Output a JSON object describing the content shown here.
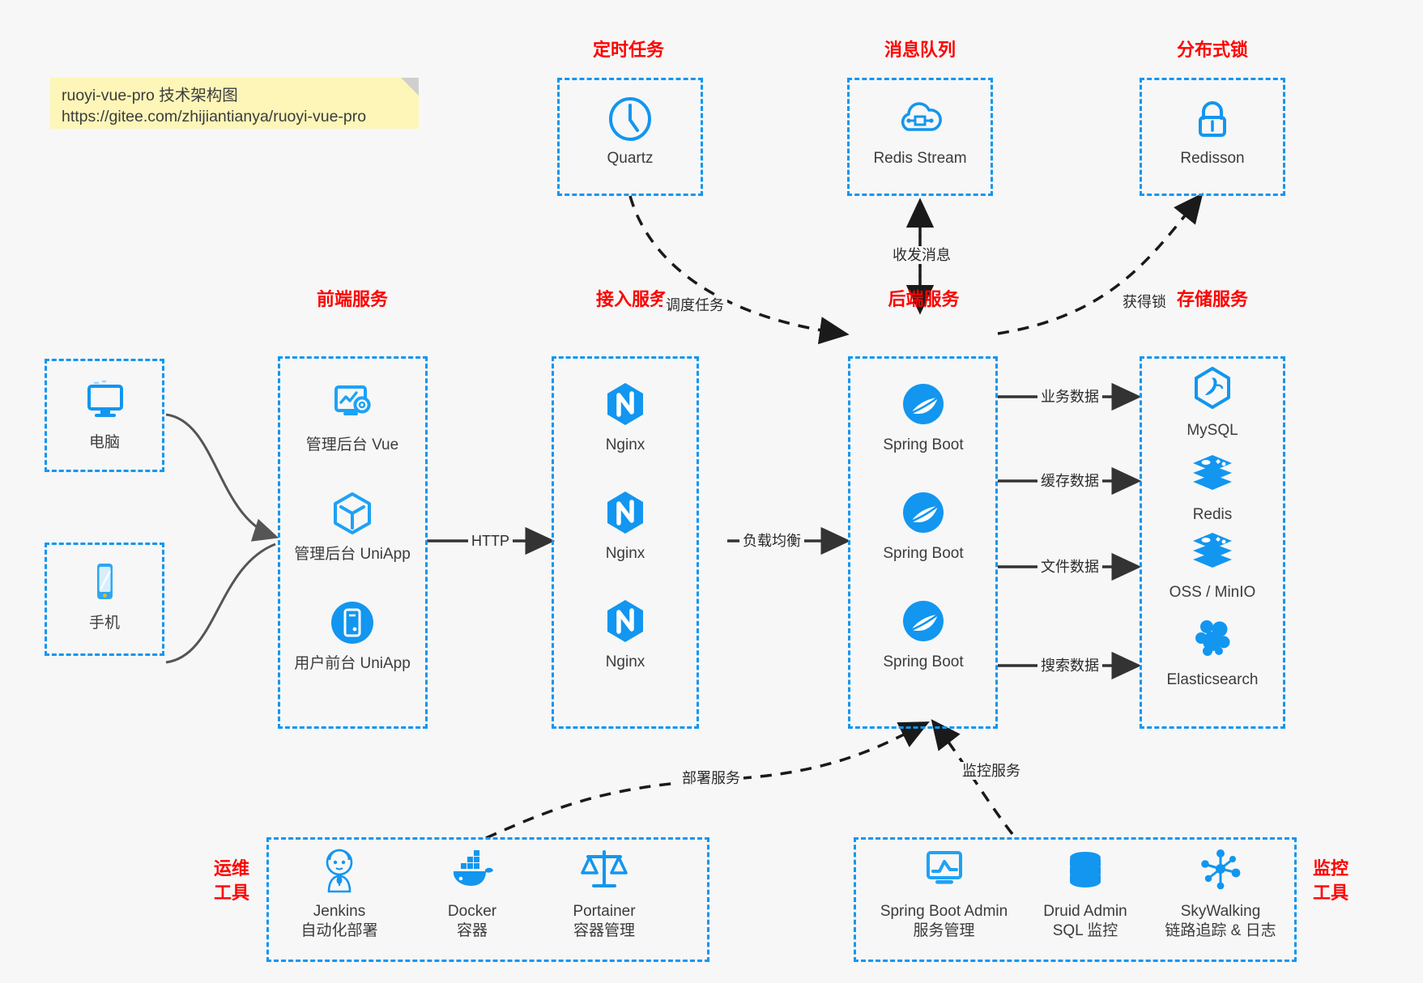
{
  "note": {
    "line1": "ruoyi-vue-pro 技术架构图",
    "line2": "https://gitee.com/zhijiantianya/ruoyi-vue-pro"
  },
  "colors": {
    "accent_blue": "#1296f0",
    "group_label_red": "#ff0000",
    "note_yellow": "#fdf6b8",
    "background": "#f7f7f7",
    "arrow_dark": "#333333"
  },
  "groups": {
    "scheduled_task": "定时任务",
    "message_queue": "消息队列",
    "distributed_lock": "分布式锁",
    "frontend_service": "前端服务",
    "access_service": "接入服务",
    "backend_service": "后端服务",
    "storage_service": "存储服务",
    "devops_tools": "运维\n工具",
    "devops_tools_line1": "运维",
    "devops_tools_line2": "工具",
    "monitor_tools_line1": "监控",
    "monitor_tools_line2": "工具"
  },
  "clients": [
    {
      "label": "电脑",
      "icon": "desktop-computer-icon"
    },
    {
      "label": "手机",
      "icon": "mobile-phone-icon"
    }
  ],
  "top_nodes": [
    {
      "label": "Quartz",
      "icon": "clock-icon"
    },
    {
      "label": "Redis Stream",
      "icon": "cloud-stream-icon"
    },
    {
      "label": "Redisson",
      "icon": "lock-icon"
    }
  ],
  "frontend_nodes": [
    {
      "label": "管理后台 Vue",
      "icon": "dashboard-gear-icon"
    },
    {
      "label": "管理后台 UniApp",
      "icon": "cube-icon"
    },
    {
      "label": "用户前台 UniApp",
      "icon": "mobile-app-icon"
    }
  ],
  "access_nodes": [
    {
      "label": "Nginx",
      "icon": "nginx-icon"
    },
    {
      "label": "Nginx",
      "icon": "nginx-icon"
    },
    {
      "label": "Nginx",
      "icon": "nginx-icon"
    }
  ],
  "backend_nodes": [
    {
      "label": "Spring Boot",
      "icon": "spring-boot-icon"
    },
    {
      "label": "Spring Boot",
      "icon": "spring-boot-icon"
    },
    {
      "label": "Spring Boot",
      "icon": "spring-boot-icon"
    }
  ],
  "storage_nodes": [
    {
      "label": "MySQL",
      "icon": "mysql-dolphin-icon"
    },
    {
      "label": "Redis",
      "icon": "redis-stack-icon"
    },
    {
      "label": "OSS / MinIO",
      "icon": "oss-stack-icon"
    },
    {
      "label": "Elasticsearch",
      "icon": "elasticsearch-icon"
    }
  ],
  "devops_nodes": [
    {
      "label": "Jenkins",
      "sublabel": "自动化部署",
      "icon": "jenkins-butler-icon"
    },
    {
      "label": "Docker",
      "sublabel": "容器",
      "icon": "docker-whale-icon"
    },
    {
      "label": "Portainer",
      "sublabel": "容器管理",
      "icon": "scales-balance-icon"
    }
  ],
  "monitor_nodes": [
    {
      "label": "Spring Boot Admin",
      "sublabel": "服务管理",
      "icon": "monitor-chart-icon"
    },
    {
      "label": "Druid Admin",
      "sublabel": "SQL 监控",
      "icon": "database-cylinder-icon"
    },
    {
      "label": "SkyWalking",
      "sublabel": "链路追踪 & 日志",
      "icon": "network-nodes-icon"
    }
  ],
  "edges": {
    "http": "HTTP",
    "load_balance": "负载均衡",
    "schedule_task": "调度任务",
    "send_receive_message": "收发消息",
    "acquire_lock": "获得锁",
    "business_data": "业务数据",
    "cache_data": "缓存数据",
    "file_data": "文件数据",
    "search_data": "搜索数据",
    "deploy_service": "部署服务",
    "monitor_service": "监控服务"
  }
}
